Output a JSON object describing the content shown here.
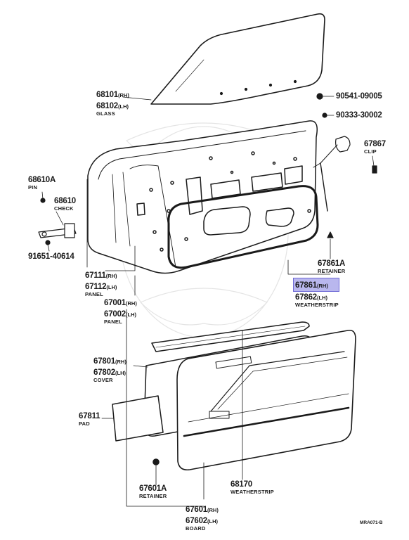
{
  "callouts": {
    "glass": {
      "rh": "68101",
      "rh_side": "(RH)",
      "lh": "68102",
      "lh_side": "(LH)",
      "desc": "GLASS"
    },
    "bolt1": {
      "pn": "90541-09005"
    },
    "bolt2": {
      "pn": "90333-30002"
    },
    "clip": {
      "pn": "67867",
      "desc": "CLIP"
    },
    "pin": {
      "pn": "68610A",
      "desc": "PIN"
    },
    "check": {
      "pn": "68610",
      "desc": "CHECK"
    },
    "screw": {
      "pn": "91651-40614"
    },
    "panel_outer": {
      "rh": "67111",
      "rh_side": "(RH)",
      "lh": "67112",
      "lh_side": "(LH)",
      "desc": "PANEL"
    },
    "panel_inner": {
      "rh": "67001",
      "rh_side": "(RH)",
      "lh": "67002",
      "lh_side": "(LH)",
      "desc": "PANEL"
    },
    "retainer_top": {
      "pn": "67861A",
      "desc": "RETAINER"
    },
    "weatherstrip_door": {
      "rh": "67861",
      "rh_side": "(RH)",
      "lh": "67862",
      "lh_side": "(LH)",
      "desc": "WEATHERSTRIP"
    },
    "cover": {
      "rh": "67801",
      "rh_side": "(RH)",
      "lh": "67802",
      "lh_side": "(LH)",
      "desc": "COVER"
    },
    "pad": {
      "pn": "67811",
      "desc": "PAD"
    },
    "retainer_bottom": {
      "pn": "67601A",
      "desc": "RETAINER"
    },
    "weatherstrip_belt": {
      "pn": "68170",
      "desc": "WEATHERSTRIP"
    },
    "board": {
      "rh": "67601",
      "rh_side": "(RH)",
      "lh": "67602",
      "lh_side": "(LH)",
      "desc": "BOARD"
    }
  },
  "figure_code": "MRA071-B",
  "colors": {
    "ink": "#1a1a1a",
    "highlight": "#b9b7ee",
    "highlight_border": "#6f6ad6"
  }
}
